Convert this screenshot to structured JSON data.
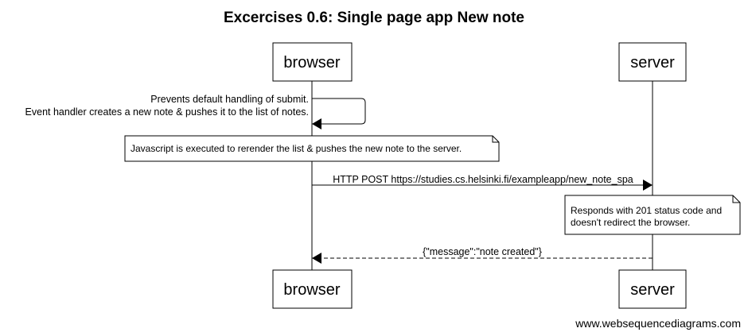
{
  "title": "Excercises 0.6: Single page app New note",
  "participants": {
    "browser": "browser",
    "server": "server"
  },
  "messages": {
    "self_line1": "Prevents default handling of submit.",
    "self_line2": "Event handler creates a new note & pushes it to the list of notes.",
    "post": "HTTP POST https://studies.cs.helsinki.fi/exampleapp/new_note_spa",
    "response": "{\"message\":\"note created\"}"
  },
  "notes": {
    "browser_note": "Javascript is executed to rerender the list & pushes the new note to the server.",
    "server_note_line1": "Responds with 201 status code and",
    "server_note_line2": "doesn't redirect the browser."
  },
  "footer": "www.websequencediagrams.com",
  "colors": {
    "line": "#000000",
    "note_fill": "#ffffff",
    "box_fill": "#ffffff"
  }
}
